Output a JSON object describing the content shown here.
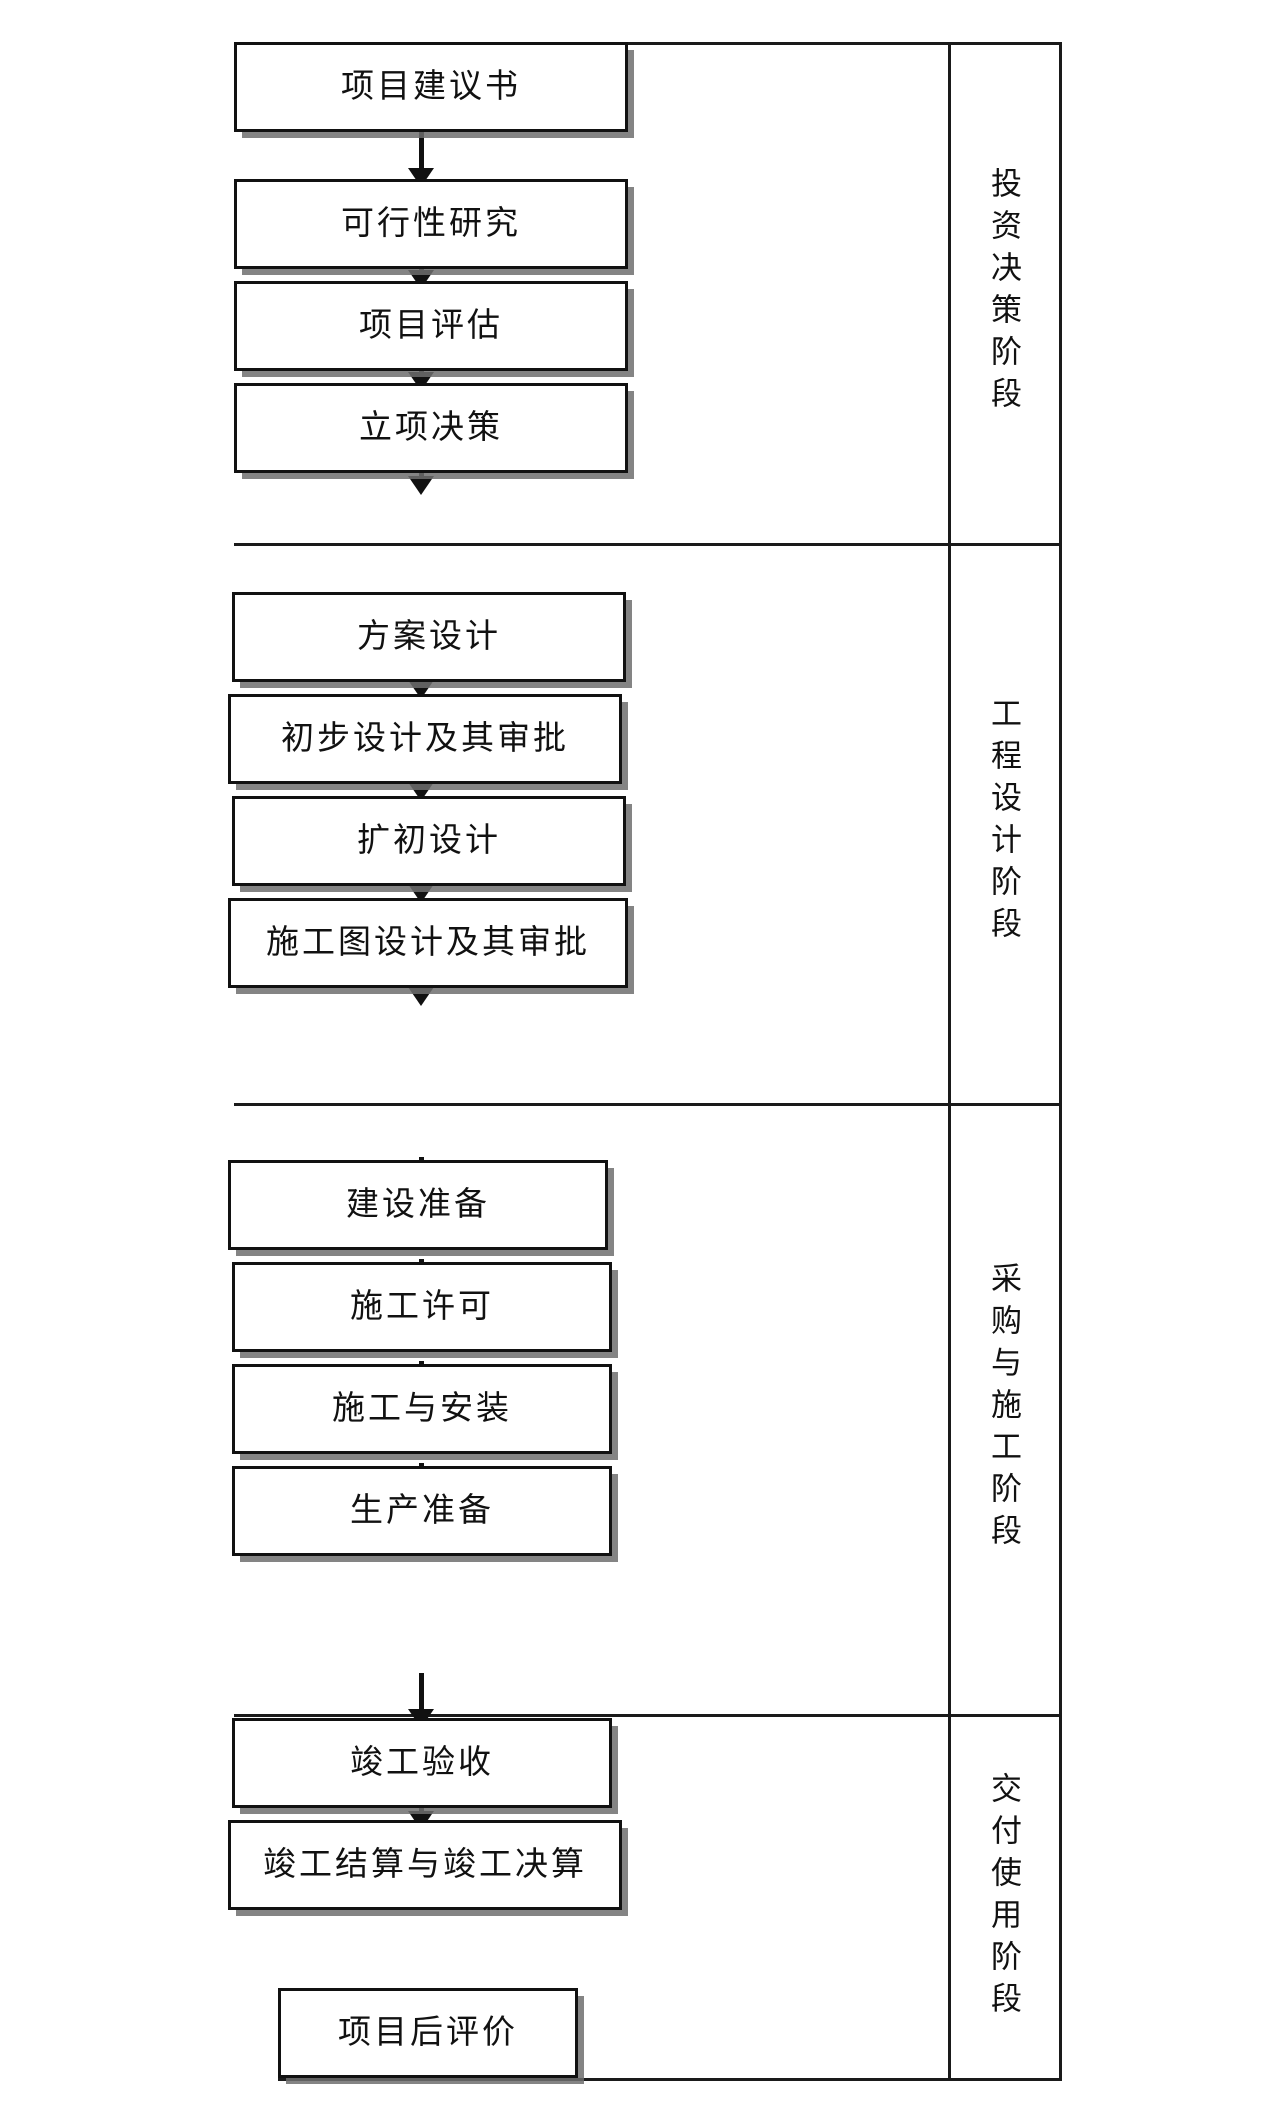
{
  "diagram": {
    "type": "flowchart",
    "orientation": "vertical",
    "title": "",
    "nodes": [
      {
        "id": "n1",
        "label": "项目建议书",
        "phase": 0
      },
      {
        "id": "n2",
        "label": "可行性研究",
        "phase": 0
      },
      {
        "id": "n3",
        "label": "项目评估",
        "phase": 0
      },
      {
        "id": "n4",
        "label": "立项决策",
        "phase": 0
      },
      {
        "id": "n5",
        "label": "方案设计",
        "phase": 1
      },
      {
        "id": "n6",
        "label": "初步设计及其审批",
        "phase": 1
      },
      {
        "id": "n7",
        "label": "扩初设计",
        "phase": 1
      },
      {
        "id": "n8",
        "label": "施工图设计及其审批",
        "phase": 1
      },
      {
        "id": "n9",
        "label": "建设准备",
        "phase": 2
      },
      {
        "id": "n10",
        "label": "施工许可",
        "phase": 2
      },
      {
        "id": "n11",
        "label": "施工与安装",
        "phase": 2
      },
      {
        "id": "n12",
        "label": "生产准备",
        "phase": 2
      },
      {
        "id": "n13",
        "label": "竣工验收",
        "phase": 3
      },
      {
        "id": "n14",
        "label": "竣工结算与竣工决算",
        "phase": 3
      },
      {
        "id": "n15",
        "label": "项目后评价",
        "phase": 3
      }
    ],
    "phases": [
      {
        "id": "p1",
        "label": "投资决策阶段"
      },
      {
        "id": "p2",
        "label": "工程设计阶段"
      },
      {
        "id": "p3",
        "label": "采购与施工阶段"
      },
      {
        "id": "p4",
        "label": "交付使用阶段"
      }
    ],
    "edges": [
      {
        "from": "n1",
        "to": "n2"
      },
      {
        "from": "n2",
        "to": "n3"
      },
      {
        "from": "n3",
        "to": "n4"
      },
      {
        "from": "n4",
        "to": "n5"
      },
      {
        "from": "n5",
        "to": "n6"
      },
      {
        "from": "n6",
        "to": "n7"
      },
      {
        "from": "n7",
        "to": "n8"
      },
      {
        "from": "n8",
        "to": "n9"
      },
      {
        "from": "n9",
        "to": "n10"
      },
      {
        "from": "n10",
        "to": "n11"
      },
      {
        "from": "n11",
        "to": "n12"
      },
      {
        "from": "n12",
        "to": "n13"
      },
      {
        "from": "n13",
        "to": "n14"
      },
      {
        "from": "n14",
        "to": "n15"
      }
    ],
    "colors": {
      "node_border": "#111111",
      "node_fill": "#ffffff",
      "shadow": "#6e6e6e",
      "connector": "#111111",
      "frame": "#1a1a1a",
      "text": "#111111",
      "background": "#ffffff"
    }
  }
}
